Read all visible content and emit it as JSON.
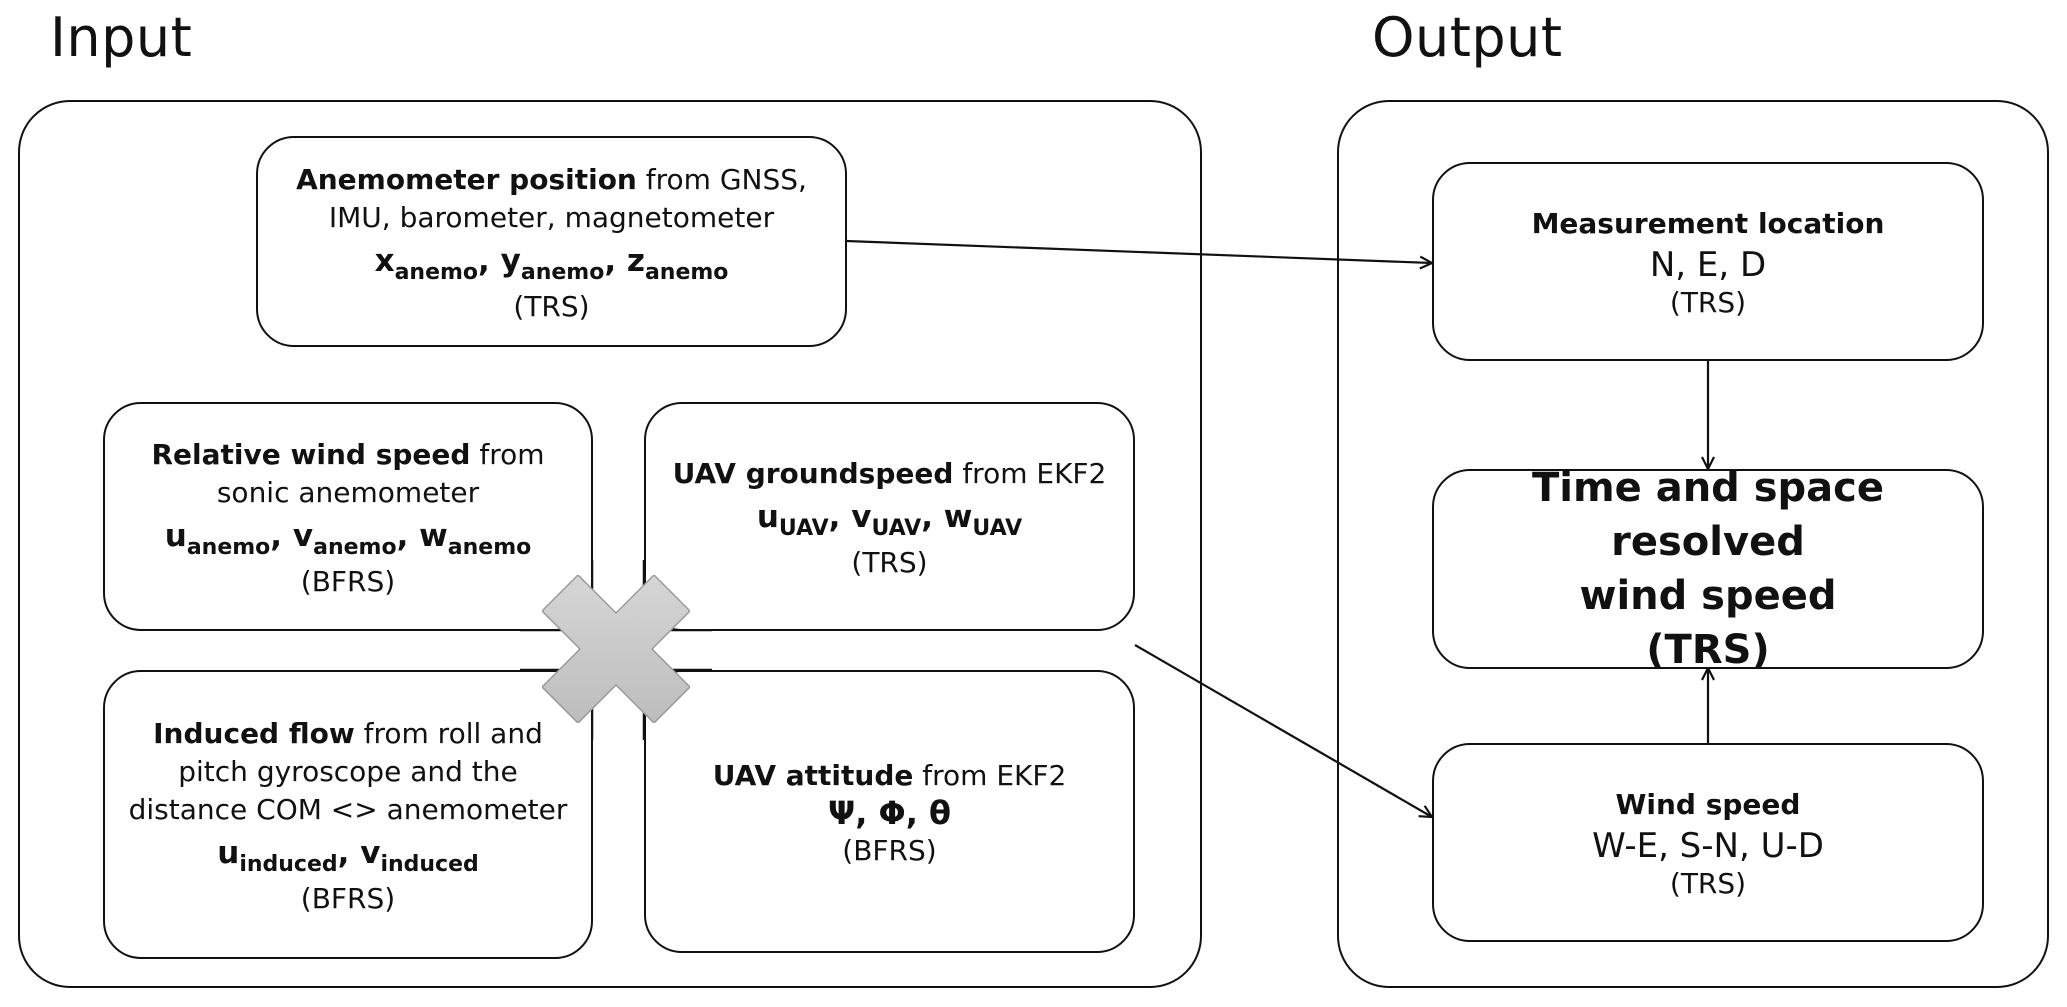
{
  "sections": {
    "input_title": "Input",
    "output_title": "Output"
  },
  "input": {
    "anemometer_position": {
      "bold": "Anemometer position",
      "rest": " from GNSS,",
      "line2": "IMU, barometer, magnetometer",
      "vars": [
        {
          "base": "x",
          "sub": "anemo"
        },
        {
          "base": "y",
          "sub": "anemo"
        },
        {
          "base": "z",
          "sub": "anemo"
        }
      ],
      "frame": "(TRS)"
    },
    "relative_wind_speed": {
      "bold": "Relative wind speed",
      "rest": " from",
      "line2": "sonic anemometer",
      "vars": [
        {
          "base": "u",
          "sub": "anemo"
        },
        {
          "base": "v",
          "sub": "anemo"
        },
        {
          "base": "w",
          "sub": "anemo"
        }
      ],
      "frame": "(BFRS)"
    },
    "uav_groundspeed": {
      "bold": "UAV groundspeed",
      "rest": " from EKF2",
      "vars": [
        {
          "base": "u",
          "sub": "UAV"
        },
        {
          "base": "v",
          "sub": "UAV"
        },
        {
          "base": "w",
          "sub": "UAV"
        }
      ],
      "frame": "(TRS)"
    },
    "induced_flow": {
      "bold": "Induced flow",
      "rest": " from roll and",
      "line2": "pitch gyroscope and the",
      "line3": "distance COM <> anemometer",
      "vars": [
        {
          "base": "u",
          "sub": "induced"
        },
        {
          "base": "v",
          "sub": "induced"
        }
      ],
      "frame": "(BFRS)"
    },
    "uav_attitude": {
      "bold": "UAV attitude",
      "rest": " from EKF2",
      "vars_text": "Ψ, Φ, θ",
      "frame": "(BFRS)"
    },
    "combine_symbol": "cross-icon",
    "combine_color": "#c8c8c8"
  },
  "output": {
    "measurement_location": {
      "title": "Measurement location",
      "value": "N, E, D",
      "frame": "(TRS)"
    },
    "resolved_wind_speed": {
      "line1": "Time and space resolved",
      "line2": "wind speed",
      "line3": "(TRS)"
    },
    "wind_speed": {
      "title": "Wind speed",
      "value": "W-E, S-N, U-D",
      "frame": "(TRS)"
    }
  },
  "edges": [
    {
      "from": "anemometer_position",
      "to": "measurement_location"
    },
    {
      "from": "input_combination",
      "to": "wind_speed"
    },
    {
      "from": "measurement_location",
      "to": "resolved_wind_speed"
    },
    {
      "from": "wind_speed",
      "to": "resolved_wind_speed"
    }
  ]
}
